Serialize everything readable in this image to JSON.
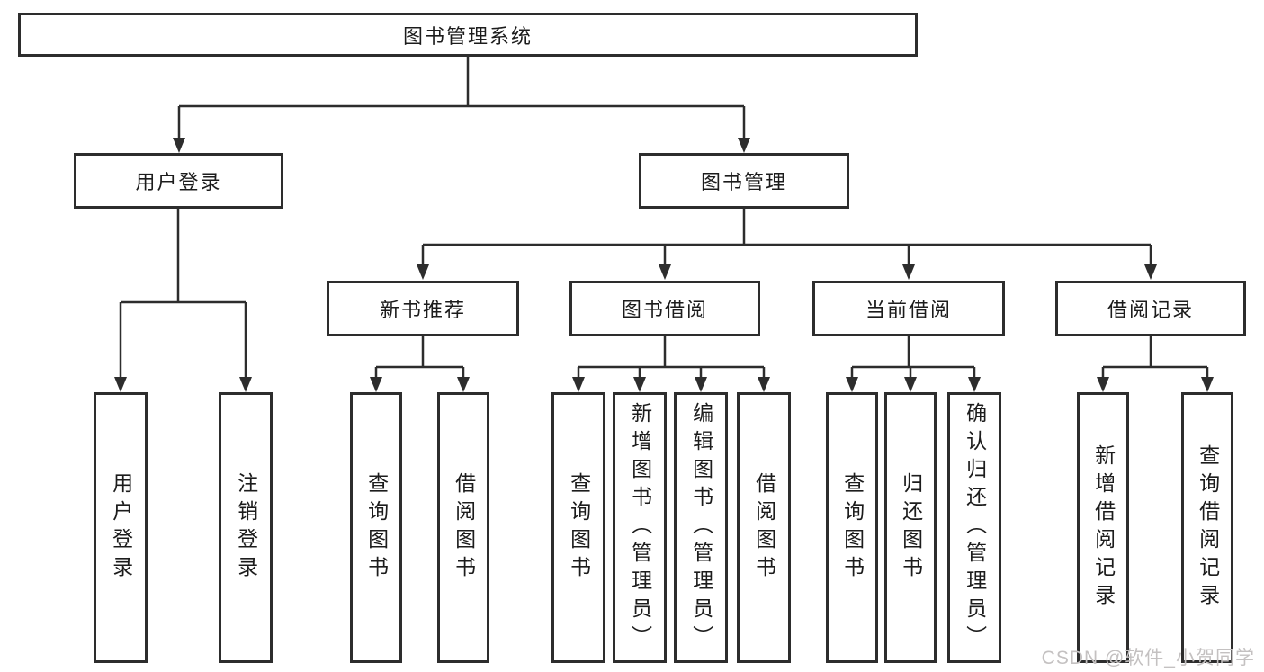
{
  "diagram_type": "function-structure-tree",
  "colors": {
    "line": "#2d2d2d",
    "box_border": "#2d2d2d",
    "text": "#1c1c1c",
    "background": "#ffffff",
    "watermark": "#c4c1c1"
  },
  "watermark": "CSDN @软件_小贺同学",
  "tree": {
    "root": "图书管理系统",
    "branches": [
      {
        "label": "用户登录",
        "children": [
          "用户登录",
          "注销登录"
        ]
      },
      {
        "label": "图书管理",
        "groups": [
          {
            "label": "新书推荐",
            "children": [
              "查询图书",
              "借阅图书"
            ]
          },
          {
            "label": "图书借阅",
            "children": [
              "查询图书",
              "新增图书（管理员）",
              "编辑图书（管理员）",
              "借阅图书"
            ]
          },
          {
            "label": "当前借阅",
            "children": [
              "查询图书",
              "归还图书",
              "确认归还（管理员）"
            ]
          },
          {
            "label": "借阅记录",
            "children": [
              "新增借阅记录",
              "查询借阅记录"
            ]
          }
        ]
      }
    ]
  }
}
